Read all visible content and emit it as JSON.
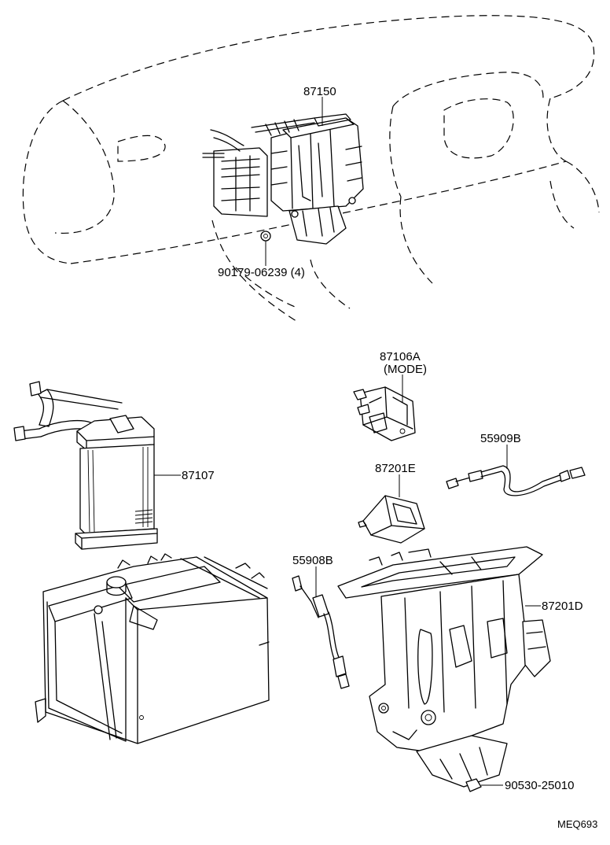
{
  "labels": {
    "unit_assy": "87150",
    "clip": "90179-06239 (4)",
    "servo_part": "87106A",
    "servo_note": "(MODE)",
    "cable_right": "55909B",
    "heater_core": "87107",
    "damper": "87201E",
    "cable_left": "55908B",
    "heater_case": "87201D",
    "screw": "90530-25010",
    "ref_code": "MEQ693"
  }
}
